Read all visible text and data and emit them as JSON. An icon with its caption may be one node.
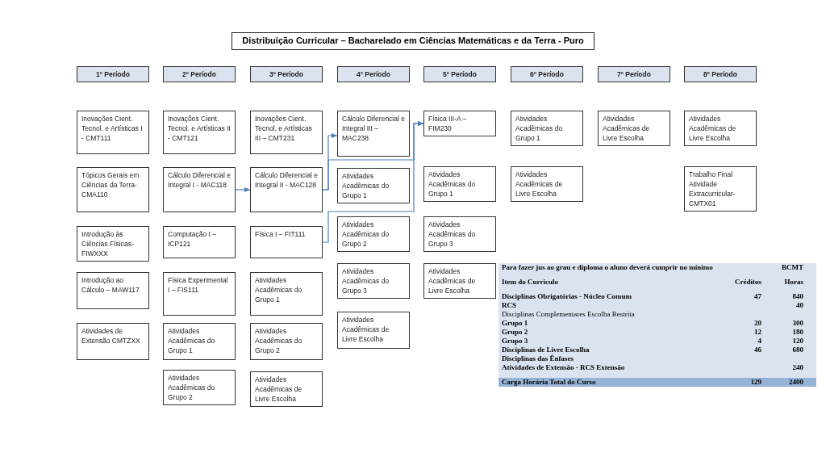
{
  "diagram": {
    "title": "Distribuição Curricular – Bacharelado em Ciências Matemáticas e da Terra - Puro",
    "nodes": [
      {
        "text": [
          "1º Período"
        ]
      },
      {
        "text": [
          "2º Período"
        ]
      },
      {
        "text": [
          "3º Período"
        ]
      },
      {
        "text": [
          "4º Período"
        ]
      },
      {
        "text": [
          "5º Período"
        ]
      },
      {
        "text": [
          "6º Período"
        ]
      },
      {
        "text": [
          "7º Período"
        ]
      },
      {
        "text": [
          "8º Período"
        ]
      },
      {
        "text": [
          "Inovações Cient. Tecnol. e Artísticas I - CMT111"
        ]
      },
      {
        "text": [
          "Tópicos Gerais em Ciências da Terra- CMA110"
        ]
      },
      {
        "text": [
          "Introdução às Ciências Físicas- FIWXXX"
        ]
      },
      {
        "text": [
          "Introdução ao Cálculo – MAW117"
        ]
      },
      {
        "text": [
          "Atividades de Extensão CMTZXX"
        ]
      },
      {
        "text": [
          "Inovações Cient. Tecnol. e Artísticas II - CMT121"
        ]
      },
      {
        "text": [
          "Cálculo Diferencial e Integral I - MAC118"
        ]
      },
      {
        "text": [
          "Computação I – ICP121"
        ]
      },
      {
        "text": [
          "Física Experimental I – FIS111"
        ]
      },
      {
        "text": [
          "Atividades Acadêmicas do Grupo 1"
        ]
      },
      {
        "text": [
          "Atividades Acadêmicas do Grupo 2"
        ]
      },
      {
        "text": [
          "Inovações Cient. Tecnol. e Artísticas III – CMT231"
        ]
      },
      {
        "text": [
          "Cálculo Diferencial e Integral II - MAC128"
        ]
      },
      {
        "text": [
          "Física I – FIT111"
        ]
      },
      {
        "text": [
          "Atividades Acadêmicas do Grupo 1"
        ]
      },
      {
        "text": [
          "Atividades Acadêmicas do Grupo 2"
        ]
      },
      {
        "text": [
          "Atividades Acadêmicas de Livre Escolha"
        ]
      },
      {
        "text": [
          "Cálculo Diferencial e Integral III – MAC238"
        ]
      },
      {
        "text": [
          "Atividades Acadêmicas do Grupo 1"
        ]
      },
      {
        "text": [
          "Atividades Acadêmicas do Grupo 2"
        ]
      },
      {
        "text": [
          "Atividades Acadêmicas do Grupo 3"
        ]
      },
      {
        "text": [
          "Atividades Acadêmicas de Livre Escolha"
        ]
      },
      {
        "text": [
          "Física III-A – FIM230"
        ]
      },
      {
        "text": [
          "Atividades Acadêmicas do Grupo 1"
        ]
      },
      {
        "text": [
          "Atividades Acadêmicas do Grupo 3"
        ]
      },
      {
        "text": [
          "Atividades Acadêmicas de Livre Escolha"
        ]
      },
      {
        "text": [
          "Atividades Acadêmicas do Grupo 1"
        ]
      },
      {
        "text": [
          "Atividades Acadêmicas de Livre Escolha"
        ]
      },
      {
        "text": [
          "Atividades Acadêmicas de Livre Escolha"
        ]
      },
      {
        "text": [
          "Atividades Acadêmicas de Livre Escolha"
        ]
      },
      {
        "text": [
          "Trabalho Final Atividade Extracurricular- CMTX01"
        ]
      }
    ],
    "edges": [
      {
        "from": 14,
        "to": 20,
        "arrow": "to"
      },
      {
        "from": 20,
        "to": 25,
        "arrow": "to"
      },
      {
        "from": 20,
        "to": 30,
        "arrow": "to"
      },
      {
        "from": 21,
        "to": 30,
        "arrow": "to"
      }
    ],
    "labels": [
      "Para fazer jus ao grau e diploma o aluno deverá cumprir no mínimo",
      "BCMT",
      "Item do Curriculo",
      "Créditos",
      "Horas",
      "Disciplinas Obrigatórias - Núcleo Comum",
      "47",
      "840",
      "RCS",
      "40",
      "Disciplinas Complementares Escolha Restrita",
      "Grupo 1",
      "20",
      "300",
      "Grupo 2",
      "12",
      "180",
      "Grupo 3",
      "4",
      "120",
      "Disciplinas de Livre Escolha",
      "46",
      "680",
      "Disciplinas das Ênfases",
      "Atividades de Extensão - RCS Extensão",
      "240",
      "Carga Horária Total do Curso",
      "129",
      "2400"
    ]
  }
}
